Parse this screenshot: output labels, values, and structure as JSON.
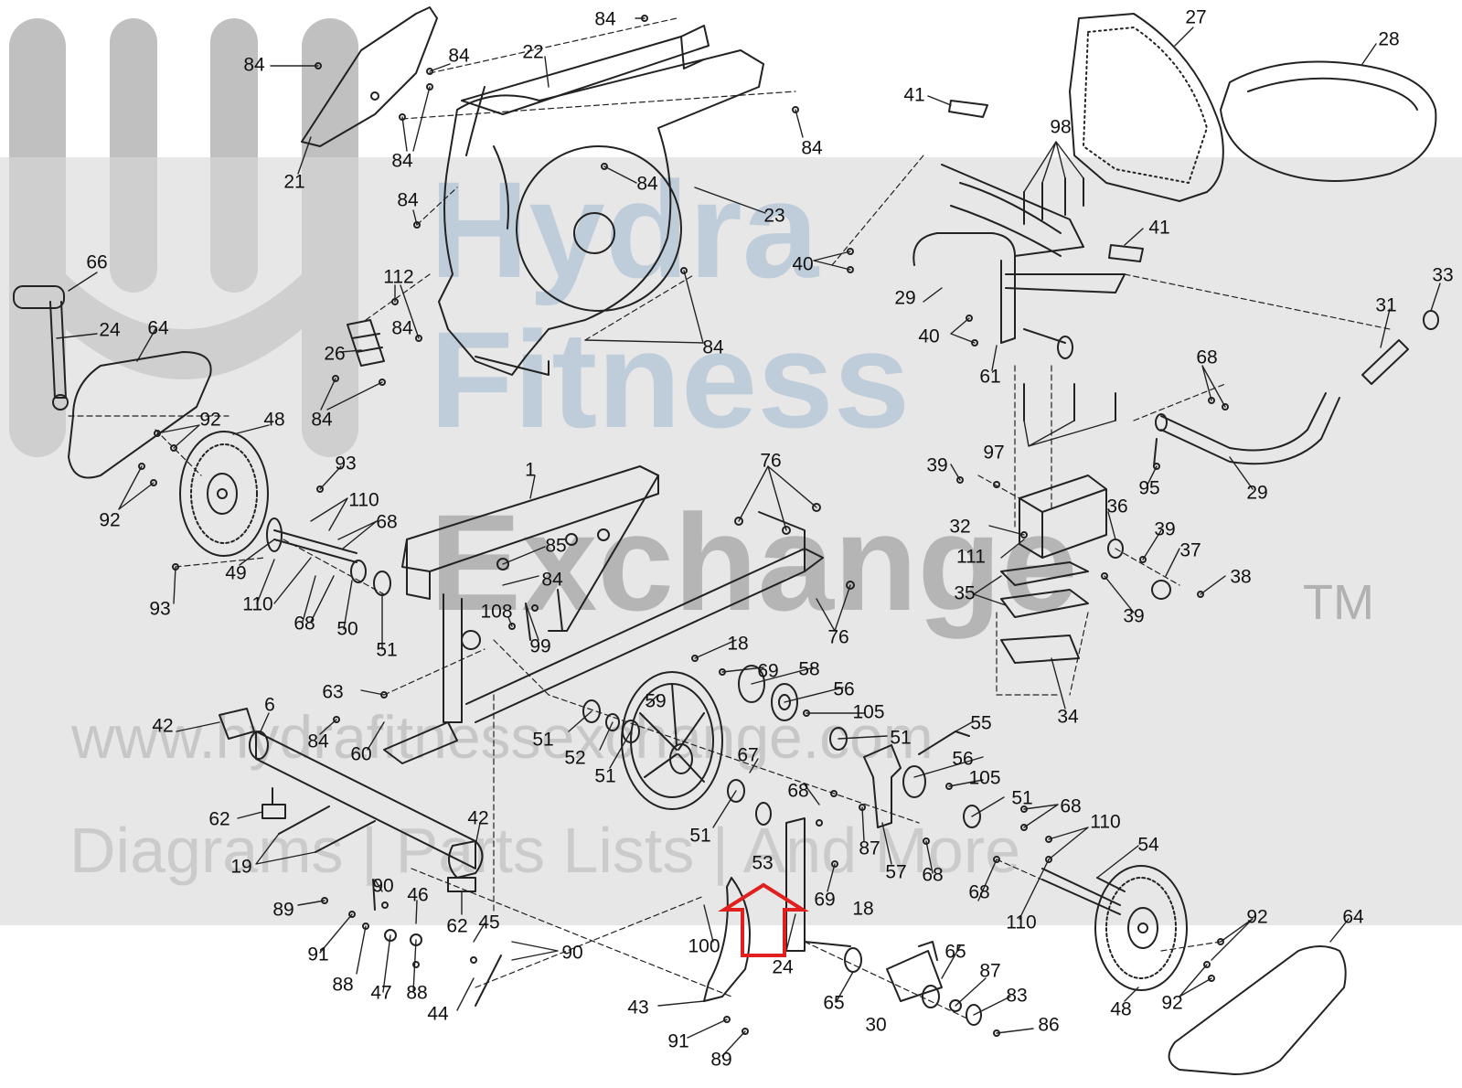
{
  "colors": {
    "line": "#222222",
    "watermark_band": "#d9d9d9",
    "watermark_logo": "#8e8e8e",
    "watermark_text_blue": "#b9c9d8",
    "watermark_text_gray": "#b8b8b8",
    "highlight_arrow": "#e0201e"
  },
  "watermark": {
    "line1": "Hydra",
    "line2": "Fitness",
    "line3": "Exchange",
    "tm": "TM",
    "url": "www.hydrafitnessexchange.com",
    "tagline": "Diagrams | Parts Lists | And More"
  },
  "callouts": [
    {
      "text": "84"
    },
    {
      "text": "84"
    },
    {
      "text": "22"
    },
    {
      "text": "84"
    },
    {
      "text": "21"
    },
    {
      "text": "84"
    },
    {
      "text": "84"
    },
    {
      "text": "84"
    },
    {
      "text": "84"
    },
    {
      "text": "23"
    },
    {
      "text": "112"
    },
    {
      "text": "26"
    },
    {
      "text": "84"
    },
    {
      "text": "84"
    },
    {
      "text": "84"
    },
    {
      "text": "66"
    },
    {
      "text": "24"
    },
    {
      "text": "64"
    },
    {
      "text": "92"
    },
    {
      "text": "48"
    },
    {
      "text": "92"
    },
    {
      "text": "93"
    },
    {
      "text": "110"
    },
    {
      "text": "68"
    },
    {
      "text": "49"
    },
    {
      "text": "110"
    },
    {
      "text": "68"
    },
    {
      "text": "93"
    },
    {
      "text": "50"
    },
    {
      "text": "51"
    },
    {
      "text": "1"
    },
    {
      "text": "85"
    },
    {
      "text": "84"
    },
    {
      "text": "108"
    },
    {
      "text": "99"
    },
    {
      "text": "76"
    },
    {
      "text": "76"
    },
    {
      "text": "63"
    },
    {
      "text": "6"
    },
    {
      "text": "42"
    },
    {
      "text": "84"
    },
    {
      "text": "60"
    },
    {
      "text": "62"
    },
    {
      "text": "19"
    },
    {
      "text": "42"
    },
    {
      "text": "62"
    },
    {
      "text": "90"
    },
    {
      "text": "89"
    },
    {
      "text": "91"
    },
    {
      "text": "46"
    },
    {
      "text": "45"
    },
    {
      "text": "90"
    },
    {
      "text": "88"
    },
    {
      "text": "47"
    },
    {
      "text": "88"
    },
    {
      "text": "44"
    },
    {
      "text": "59"
    },
    {
      "text": "51"
    },
    {
      "text": "52"
    },
    {
      "text": "51"
    },
    {
      "text": "51"
    },
    {
      "text": "18"
    },
    {
      "text": "69"
    },
    {
      "text": "58"
    },
    {
      "text": "56"
    },
    {
      "text": "105"
    },
    {
      "text": "51"
    },
    {
      "text": "67"
    },
    {
      "text": "55"
    },
    {
      "text": "56"
    },
    {
      "text": "105"
    },
    {
      "text": "68"
    },
    {
      "text": "51"
    },
    {
      "text": "68"
    },
    {
      "text": "53"
    },
    {
      "text": "69"
    },
    {
      "text": "18"
    },
    {
      "text": "87"
    },
    {
      "text": "57"
    },
    {
      "text": "68"
    },
    {
      "text": "110"
    },
    {
      "text": "68"
    },
    {
      "text": "110"
    },
    {
      "text": "54"
    },
    {
      "text": "100"
    },
    {
      "text": "24"
    },
    {
      "text": "43"
    },
    {
      "text": "91"
    },
    {
      "text": "89"
    },
    {
      "text": "65"
    },
    {
      "text": "65"
    },
    {
      "text": "30"
    },
    {
      "text": "87"
    },
    {
      "text": "83"
    },
    {
      "text": "86"
    },
    {
      "text": "92"
    },
    {
      "text": "92"
    },
    {
      "text": "48"
    },
    {
      "text": "64"
    },
    {
      "text": "27"
    },
    {
      "text": "28"
    },
    {
      "text": "41"
    },
    {
      "text": "98"
    },
    {
      "text": "40"
    },
    {
      "text": "41"
    },
    {
      "text": "29"
    },
    {
      "text": "40"
    },
    {
      "text": "61"
    },
    {
      "text": "33"
    },
    {
      "text": "31"
    },
    {
      "text": "68"
    },
    {
      "text": "97"
    },
    {
      "text": "39"
    },
    {
      "text": "95"
    },
    {
      "text": "29"
    },
    {
      "text": "32"
    },
    {
      "text": "36"
    },
    {
      "text": "39"
    },
    {
      "text": "37"
    },
    {
      "text": "111"
    },
    {
      "text": "35"
    },
    {
      "text": "39"
    },
    {
      "text": "38"
    },
    {
      "text": "34"
    }
  ]
}
